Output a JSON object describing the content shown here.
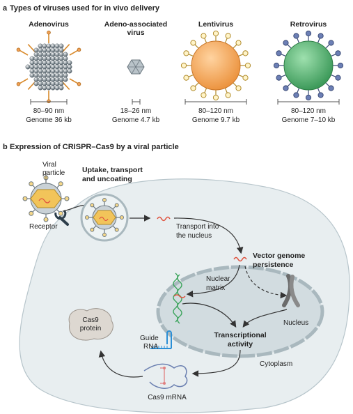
{
  "panel_a": {
    "letter": "a",
    "title": "Types of viruses used for in vivo delivery",
    "viruses": [
      {
        "name": "Adenovirus",
        "size": "80–90 nm",
        "genome": "Genome 36 kb",
        "color": "#8b9aa5"
      },
      {
        "name_line1": "Adeno-associated",
        "name_line2": "virus",
        "size": "18–26 nm",
        "genome": "Genome 4.7 kb",
        "color": "#a8b3ba"
      },
      {
        "name": "Lentivirus",
        "size": "80–120 nm",
        "genome": "Genome 9.7 kb",
        "color": "#f0a055"
      },
      {
        "name": "Retrovirus",
        "size": "80–120 nm",
        "genome": "Genome 7–10 kb",
        "color": "#4ca365"
      }
    ]
  },
  "panel_b": {
    "letter": "b",
    "title": "Expression of CRISPR–Cas9 by a viral particle",
    "labels": {
      "viral_particle_1": "Viral",
      "viral_particle_2": "particle",
      "receptor": "Receptor",
      "uptake_1": "Uptake, transport",
      "uptake_2": "and uncoating",
      "transport_1": "Transport into",
      "transport_2": "the nucleus",
      "persistence_1": "Vector genome",
      "persistence_2": "persistence",
      "matrix_1": "Nuclear",
      "matrix_2": "matrix",
      "nucleus": "Nucleus",
      "transcription_1": "Transcriptional",
      "transcription_2": "activity",
      "cytoplasm": "Cytoplasm",
      "guide_1": "Guide",
      "guide_2": "RNA",
      "cas9_protein_1": "Cas9",
      "cas9_protein_2": "protein",
      "cas9_mrna": "Cas9 mRNA"
    },
    "colors": {
      "cell": "#e8eef0",
      "nucleus": "#d3dde1",
      "capsid": "#f2c45a",
      "dna_red": "#e0533f",
      "dna_green": "#3aa35a",
      "rna_blue": "#2b8fd6"
    }
  }
}
